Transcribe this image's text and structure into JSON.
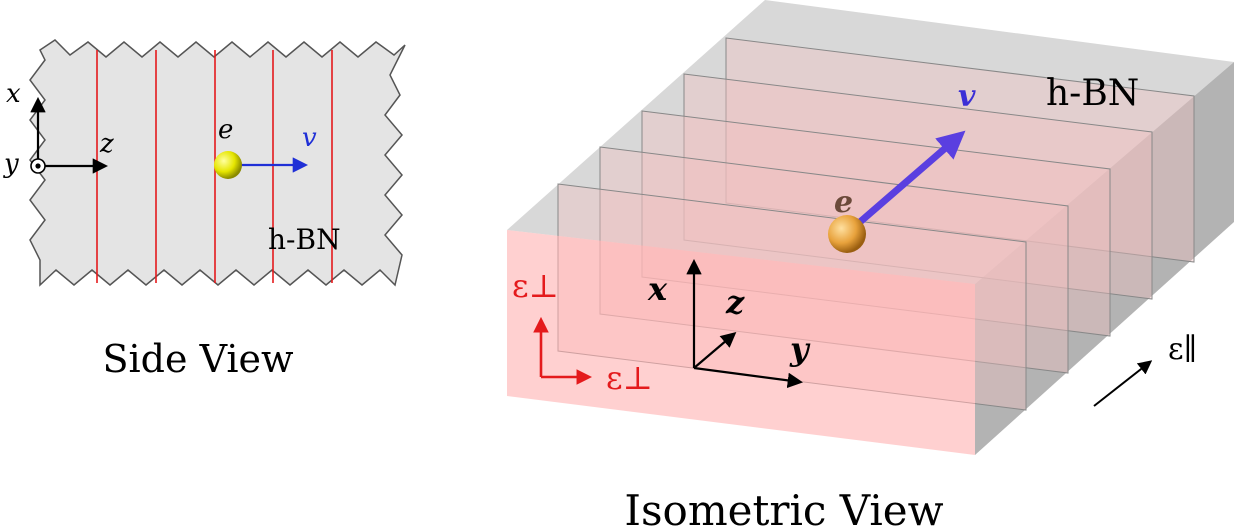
{
  "side_view": {
    "caption": "Side View",
    "material_label": "h-BN",
    "axes": {
      "x": "x",
      "y": "y",
      "z": "z"
    },
    "electron_label": "e",
    "velocity_label": "v",
    "colors": {
      "layer_lines": "#e41a1c",
      "velocity": "#1f2fd6",
      "electron": "#e6e600",
      "slab": "#e4e4e4"
    }
  },
  "isometric_view": {
    "caption": "Isometric View",
    "material_label": "h-BN",
    "axes": {
      "x": "x",
      "y": "y",
      "z": "z"
    },
    "electron_label": "e",
    "velocity_label": "v",
    "eps_perp_vertical": "ε⊥",
    "eps_perp_horizontal": "ε⊥",
    "eps_parallel": "ε∥",
    "colors": {
      "front_face": "#ffc8c8",
      "velocity": "#5a3fe0",
      "electron": "#e8a23c",
      "eps_perp": "#e41a1c"
    }
  }
}
